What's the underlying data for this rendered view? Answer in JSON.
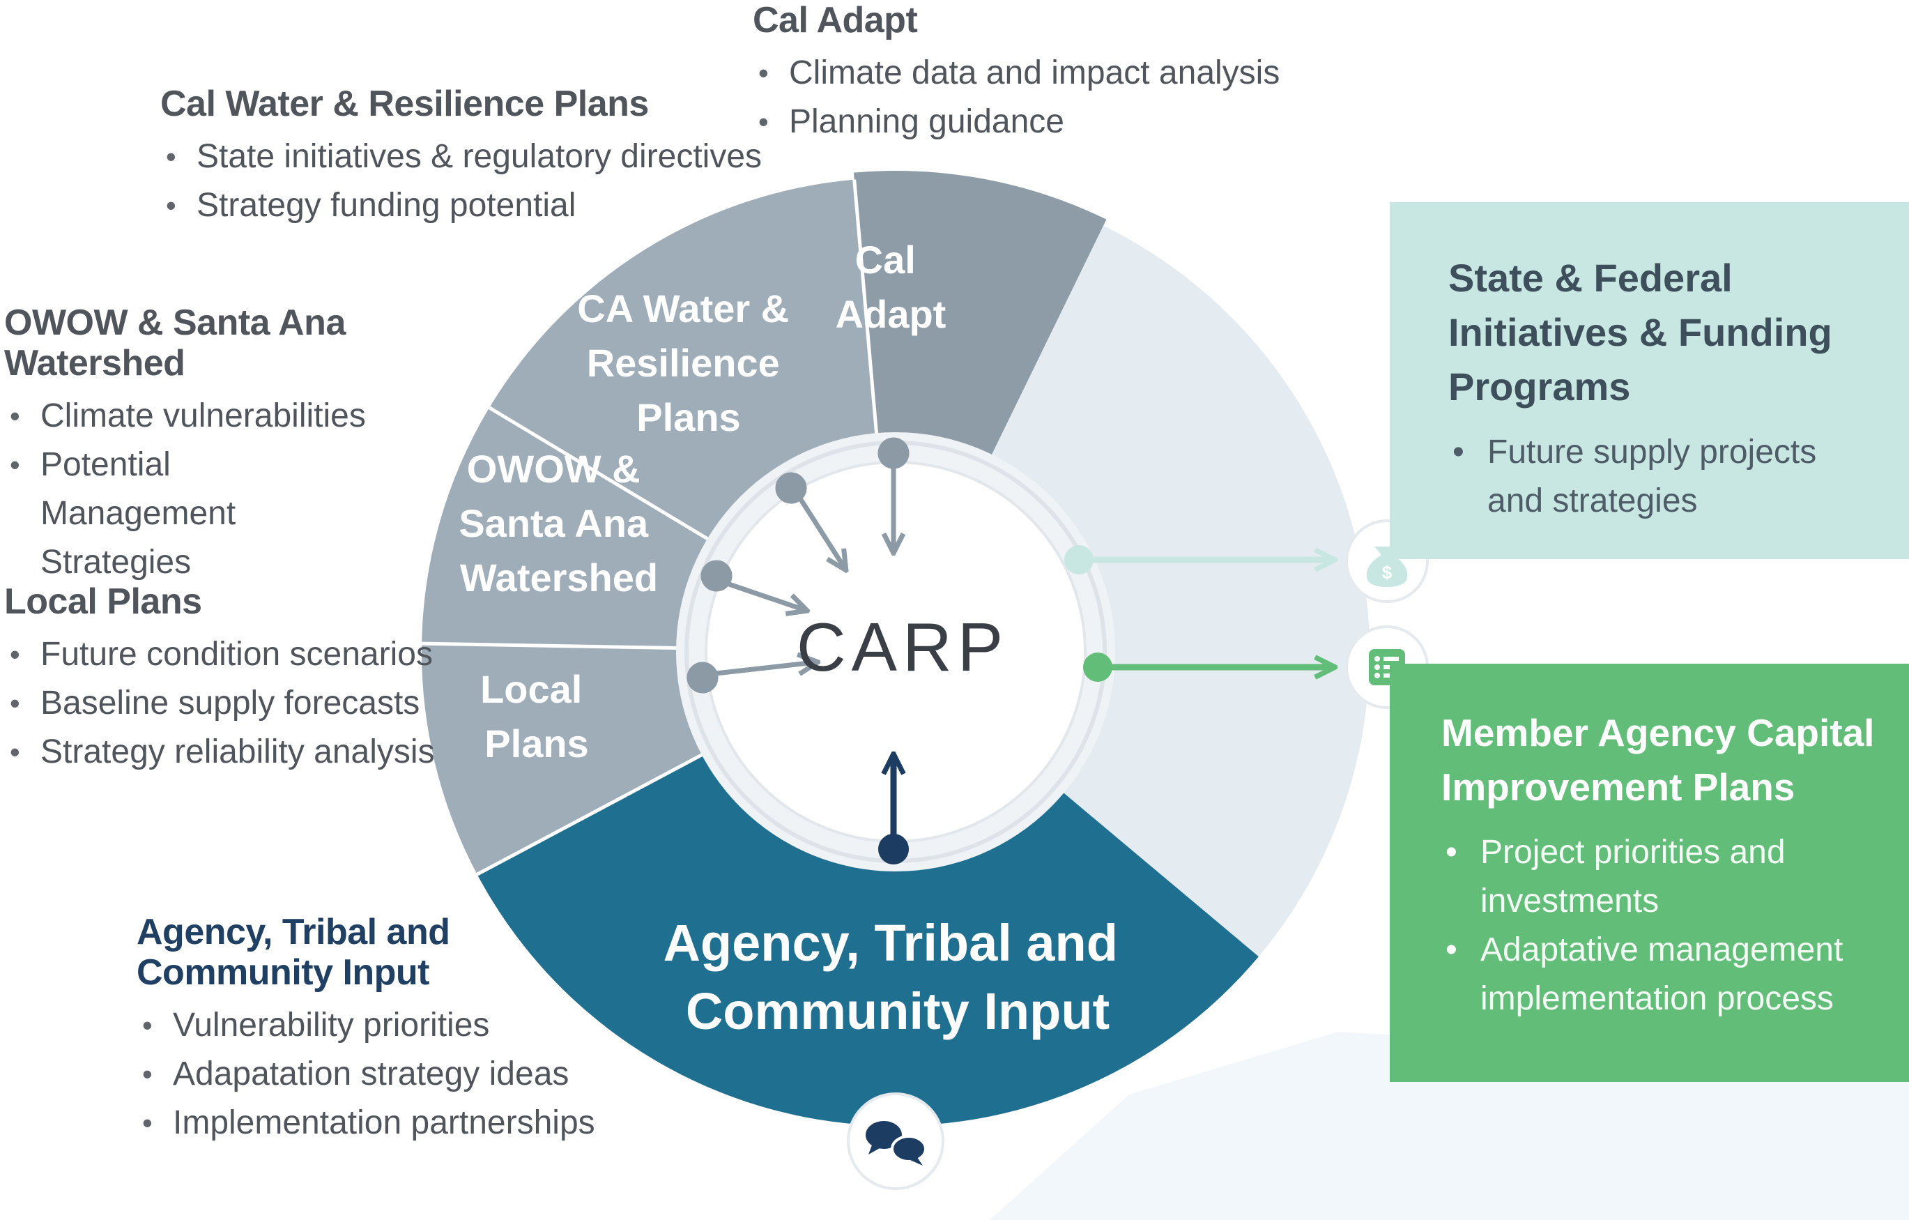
{
  "callouts": {
    "cal_adapt": {
      "heading": "Cal Adapt",
      "bullets": [
        "Climate data and impact analysis",
        "Planning guidance"
      ]
    },
    "cal_water": {
      "heading": "Cal Water & Resilience Plans",
      "bullets": [
        "State initiatives & regulatory directives",
        "Strategy funding potential"
      ]
    },
    "owow": {
      "heading": "OWOW & Santa Ana Watershed",
      "bullets": [
        "Climate vulnerabilities",
        "Potential Management Strategies"
      ]
    },
    "local": {
      "heading": "Local Plans",
      "bullets": [
        "Future condition scenarios",
        "Baseline supply forecasts",
        "Strategy reliability analysis"
      ]
    },
    "agency": {
      "heading": "Agency, Tribal and Community Input",
      "bullets": [
        "Vulnerability priorities",
        "Adapatation strategy ideas",
        "Implementation partnerships"
      ]
    }
  },
  "boxes": {
    "state": {
      "heading": "State & Federal Initiatives & Funding Programs",
      "bullets": [
        "Future supply projects and strategies"
      ]
    },
    "member": {
      "heading": "Member Agency Capital Improvement Plans",
      "bullets": [
        "Project priorities and investments",
        "Adaptative management implementation process"
      ]
    }
  },
  "wheel": {
    "center_label": "CARP",
    "segments": {
      "cal_adapt": [
        "Cal",
        "Adapt"
      ],
      "ca_water": [
        "CA Water &",
        "Resilience",
        "Plans"
      ],
      "owow": [
        "OWOW &",
        "Santa Ana",
        "Watershed"
      ],
      "local": [
        "Local",
        "Plans"
      ],
      "agency": [
        "Agency, Tribal and",
        "Community Input"
      ]
    }
  },
  "colors": {
    "segment_gray": "#9fadb8",
    "segment_dark_gray": "#8e9ca8",
    "segment_light": "#e4ecf2",
    "agency_blue": "#1f6f90",
    "navy": "#1d3c61",
    "green": "#62bd78",
    "teal_light": "#c9e7e2"
  },
  "icons": {
    "money": "money-bag-icon",
    "list": "list-icon",
    "chat": "chat-bubbles-icon"
  }
}
